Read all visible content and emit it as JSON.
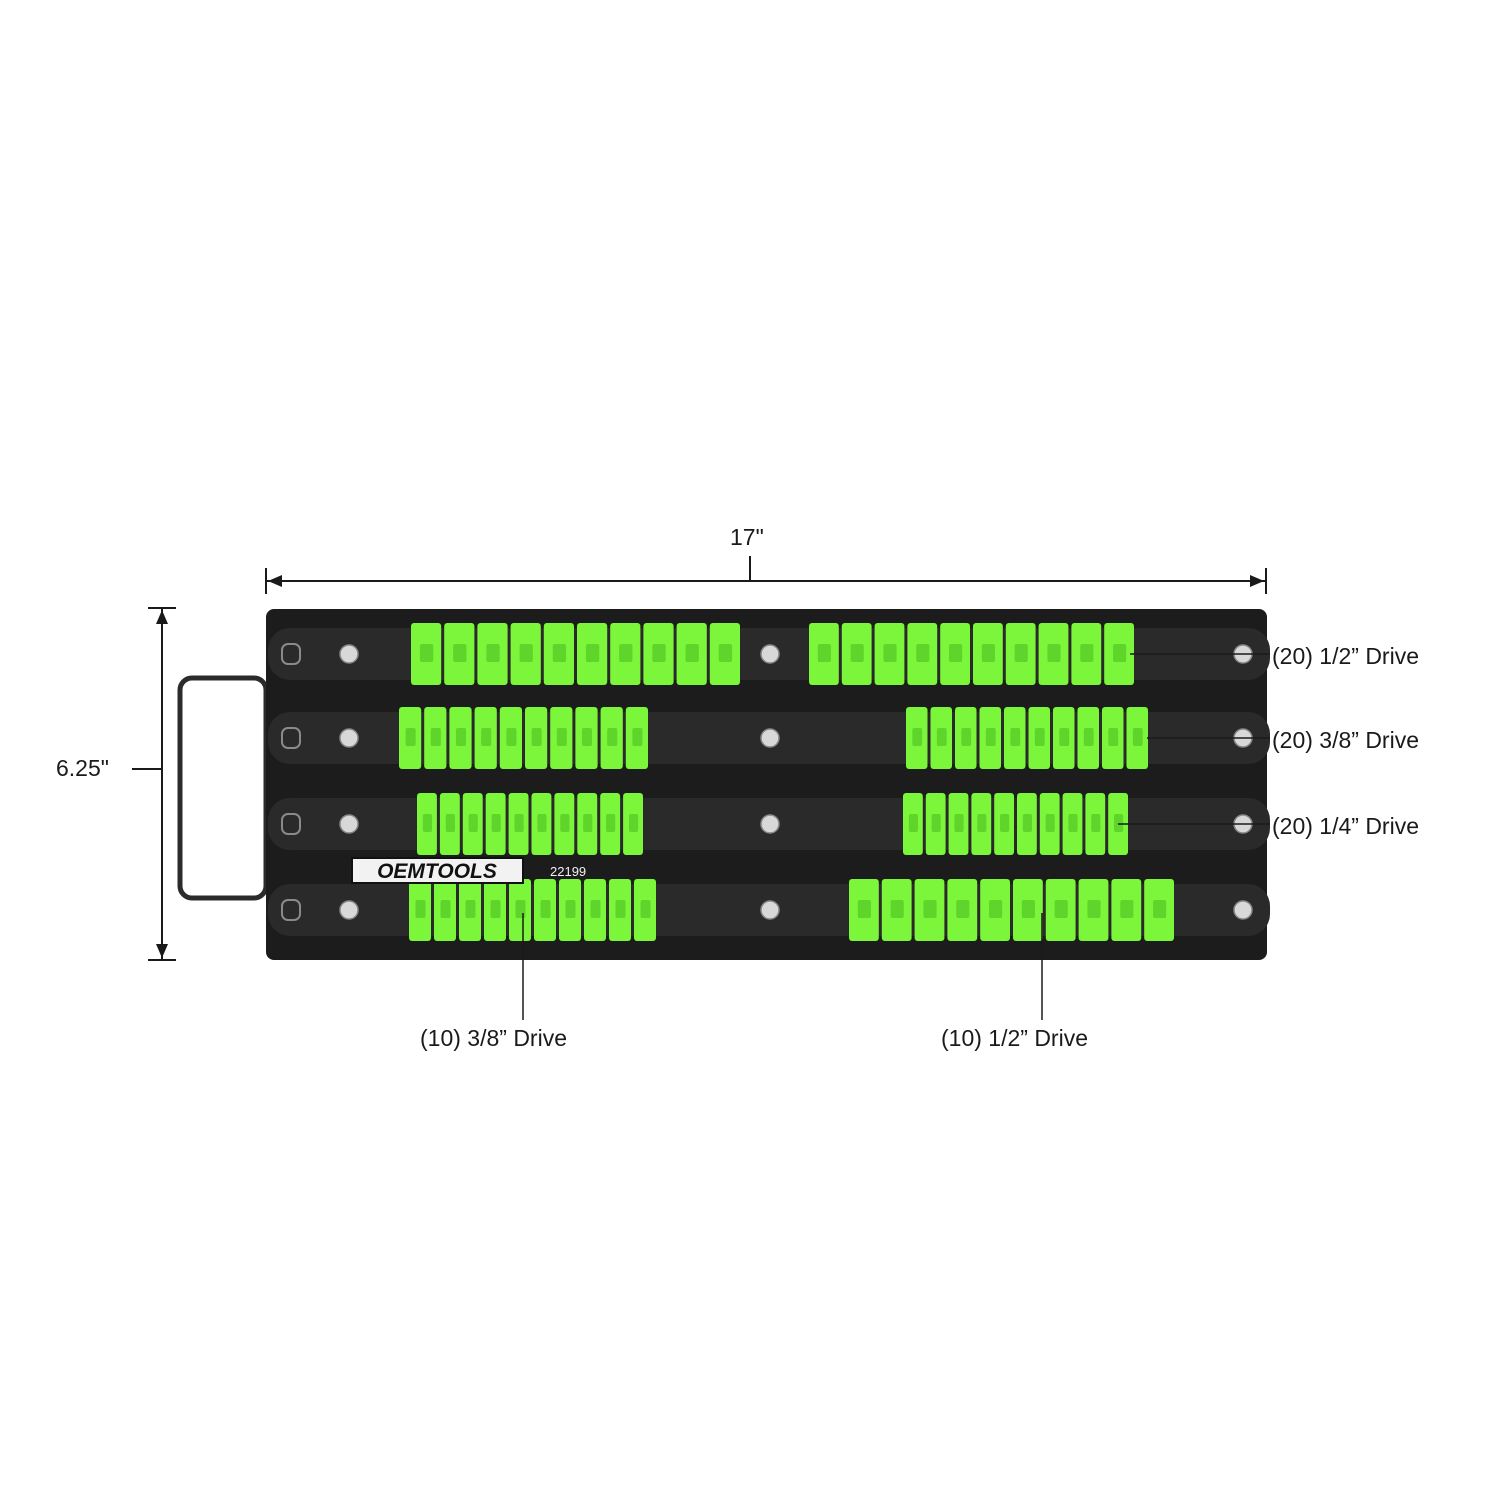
{
  "product": {
    "brand": "OEMTOOLS",
    "model": "22199",
    "colors": {
      "rail": "#2a2a2a",
      "plate": "#1c1c1c",
      "clip": "#7cf63a",
      "clip_shade": "#5fd42a",
      "dimension_line": "#1a1a1a"
    }
  },
  "dimensions": {
    "width": "17\"",
    "height": "6.25\""
  },
  "callouts": {
    "row1": "(20) 1/2” Drive",
    "row2": "(20) 3/8” Drive",
    "row3": "(20) 1/4” Drive",
    "bottom_left": "(10) 3/8” Drive",
    "bottom_right": "(10) 1/2” Drive"
  },
  "rows": [
    {
      "left_clips": 10,
      "right_clips": 10
    },
    {
      "left_clips": 10,
      "right_clips": 10
    },
    {
      "left_clips": 10,
      "right_clips": 10
    },
    {
      "left_clips": 10,
      "right_clips": 10
    }
  ]
}
